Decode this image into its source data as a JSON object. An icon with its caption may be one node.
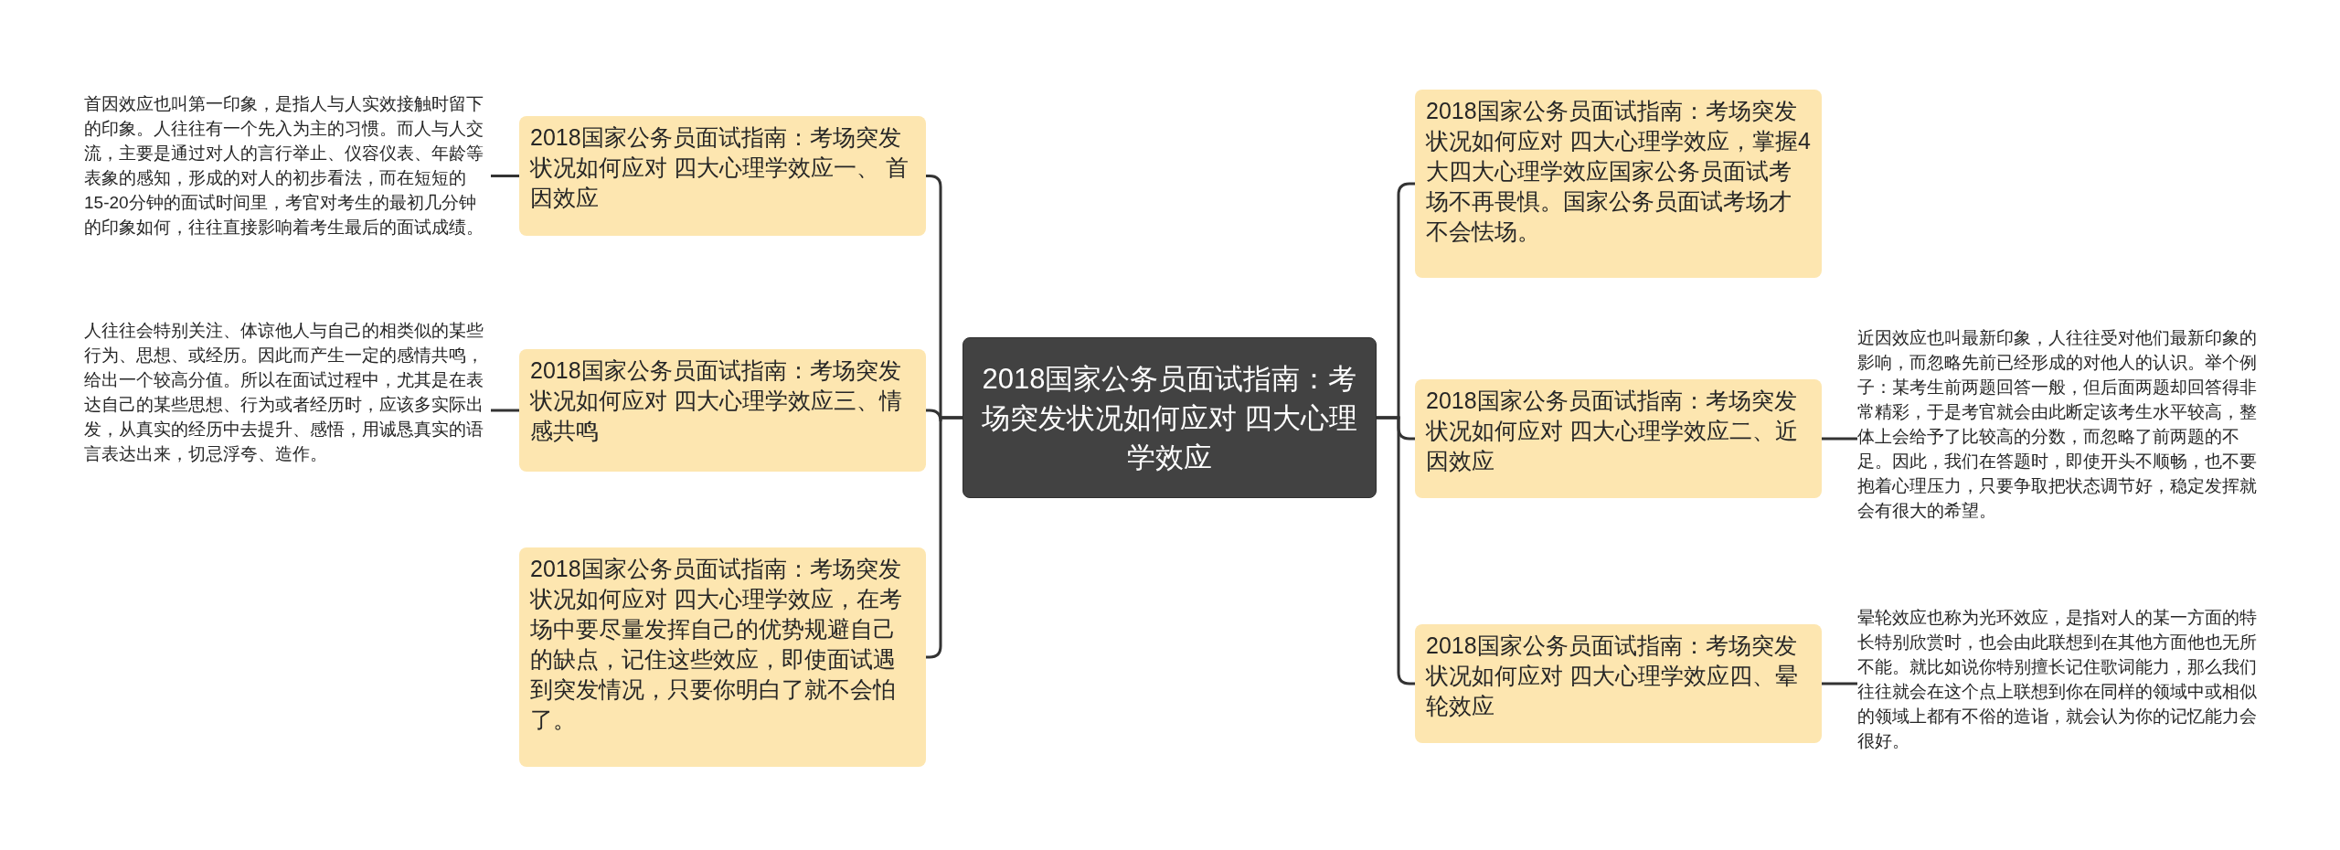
{
  "diagram": {
    "nodes": [
      {
        "text": [
          "2018国家公务员面试指南：考场突发状况如何应对 四大心理学效应"
        ]
      },
      {
        "text": [
          "2018国家公务员面试指南：考场突发状况如何应对 四大心理学效应一、 首因效应"
        ]
      },
      {
        "text": [
          "2018国家公务员面试指南：考场突发状况如何应对 四大心理学效应三、情感共鸣"
        ]
      },
      {
        "text": [
          "2018国家公务员面试指南：考场突发状况如何应对 四大心理学效应，在考场中要尽量发挥自己的优势规避自己的缺点，记住这些效应，即使面试遇到突发情况，只要你明白了就不会怕了。"
        ]
      },
      {
        "text": [
          "2018国家公务员面试指南：考场突发状况如何应对 四大心理学效应，掌握4大四大心理学效应国家公务员面试考场不再畏惧。国家公务员面试考场才不会怯场。"
        ]
      },
      {
        "text": [
          "2018国家公务员面试指南：考场突发状况如何应对 四大心理学效应二、近因效应"
        ]
      },
      {
        "text": [
          "2018国家公务员面试指南：考场突发状况如何应对 四大心理学效应四、晕轮效应"
        ]
      },
      {
        "text": [
          "首因效应也叫第一印象，是指人与人实效接触时留下的印象。人往往有一个先入为主的习惯。而人与人交流，主要是通过对人的言行举止、仪容仪表、年龄等表象的感知，形成的对人的初步看法，而在短短的15-20分钟的面试时间里，考官对考生的最初几分钟的印象如何，往往直接影响着考生最后的面试成绩。"
        ]
      },
      {
        "text": [
          "人往往会特别关注、体谅他人与自己的相类似的某些行为、思想、或经历。因此而产生一定的感情共鸣，给出一个较高分值。所以在面试过程中，尤其是在表达自己的某些思想、行为或者经历时，应该多实际出发，从真实的经历中去提升、感悟，用诚恳真实的语言表达出来，切忌浮夸、造作。"
        ]
      },
      {
        "text": [
          "近因效应也叫最新印象，人往往受对他们最新印象的影响，而忽略先前已经形成的对他人的认识。举个例子：某考生前两题回答一般，但后面两题却回答得非常精彩，于是考官就会由此断定该考生水平较高，整体上会给予了比较高的分数，而忽略了前两题的不足。因此，我们在答题时，即使开头不顺畅，也不要抱着心理压力，只要争取把状态调节好，稳定发挥就会有很大的希望。"
        ]
      },
      {
        "text": [
          "晕轮效应也称为光环效应，是指对人的某一方面的特长特别欣赏时，也会由此联想到在其他方面他也无所不能。就比如说你特别擅长记住歌词能力，那么我们往往就会在这个点上联想到你在同样的领域中或相似的领域上都有不俗的造诣，就会认为你的记忆能力会很好。"
        ]
      }
    ],
    "edges": [
      {
        "from": 0,
        "to": 1,
        "arrow": "none"
      },
      {
        "from": 0,
        "to": 2,
        "arrow": "none"
      },
      {
        "from": 0,
        "to": 3,
        "arrow": "none"
      },
      {
        "from": 0,
        "to": 4,
        "arrow": "none"
      },
      {
        "from": 0,
        "to": 5,
        "arrow": "none"
      },
      {
        "from": 0,
        "to": 6,
        "arrow": "none"
      },
      {
        "from": 1,
        "to": 7,
        "arrow": "none"
      },
      {
        "from": 2,
        "to": 8,
        "arrow": "none"
      },
      {
        "from": 5,
        "to": 9,
        "arrow": "none"
      },
      {
        "from": 6,
        "to": 10,
        "arrow": "none"
      }
    ]
  }
}
